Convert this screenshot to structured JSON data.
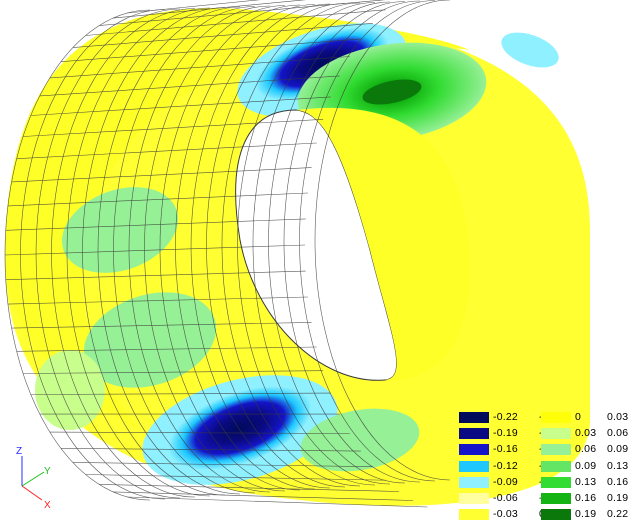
{
  "viewport": {
    "colors": {
      "background": "#ffffff",
      "mesh": "#3a3a3a"
    }
  },
  "axes": {
    "z_label": "Z",
    "y_label": "Y",
    "x_label": "X",
    "z_color": "#2b2bff",
    "y_color": "#19c019",
    "x_color": "#ff2020"
  },
  "legend": {
    "left": [
      {
        "lo": "-0.22",
        "hi": "-0.19",
        "color": "#000a5a"
      },
      {
        "lo": "-0.19",
        "hi": "-0.16",
        "color": "#0a0a82"
      },
      {
        "lo": "-0.16",
        "hi": "-0.12",
        "color": "#1414c8"
      },
      {
        "lo": "-0.12",
        "hi": "-0.09",
        "color": "#1ec8ff"
      },
      {
        "lo": "-0.09",
        "hi": "-0.06",
        "color": "#8ff0ff"
      },
      {
        "lo": "-0.06",
        "hi": "-0.03",
        "color": "#ffffa0"
      },
      {
        "lo": "-0.03",
        "hi": "0",
        "color": "#ffff32"
      }
    ],
    "right": [
      {
        "lo": "0",
        "hi": "0.03",
        "color": "#ffff0a"
      },
      {
        "lo": "0.03",
        "hi": "0.06",
        "color": "#c8ff8c"
      },
      {
        "lo": "0.06",
        "hi": "0.09",
        "color": "#96f096"
      },
      {
        "lo": "0.09",
        "hi": "0.13",
        "color": "#64e664"
      },
      {
        "lo": "0.13",
        "hi": "0.16",
        "color": "#32dc32"
      },
      {
        "lo": "0.16",
        "hi": "0.19",
        "color": "#14b414"
      },
      {
        "lo": "0.19",
        "hi": "0.22",
        "color": "#0a780a"
      }
    ]
  }
}
